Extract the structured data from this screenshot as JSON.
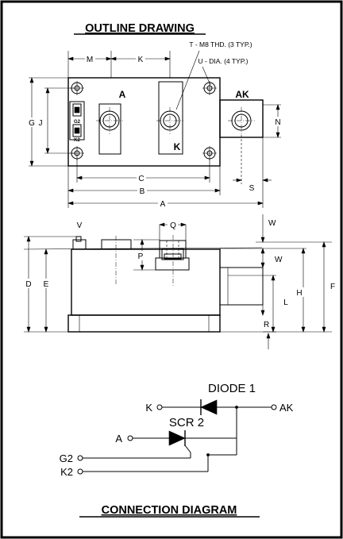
{
  "headings": {
    "outline": "OUTLINE DRAWING",
    "connection": "CONNECTION DIAGRAM"
  },
  "notes": {
    "thread": "T - M8 THD. (3 TYP.)",
    "hole": "U - DIA. (4 TYP.)"
  },
  "dims_top": {
    "M": "M",
    "K": "K",
    "G": "G",
    "J": "J",
    "N": "N",
    "C": "C",
    "B": "B",
    "A": "A",
    "S": "S"
  },
  "terminals": {
    "A": "A",
    "K": "K",
    "AK": "AK",
    "G2": "G2",
    "K2": "K2"
  },
  "dims_side": {
    "V": "V",
    "Q": "Q",
    "W": "W",
    "W2": "W",
    "P": "P",
    "D": "D",
    "E": "E",
    "H": "H",
    "F": "F",
    "L": "L",
    "R": "R"
  },
  "connection": {
    "diode": "DIODE 1",
    "scr": "SCR 2",
    "K": "K",
    "AK": "AK",
    "A": "A",
    "G2": "G2",
    "K2": "K2"
  }
}
